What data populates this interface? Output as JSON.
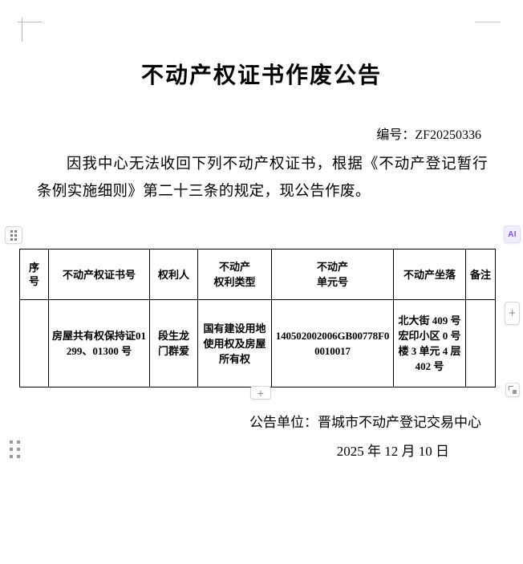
{
  "document": {
    "title": "不动产权证书作废公告",
    "number_label": "编号：",
    "number_value": "ZF20250336",
    "paragraph": "因我中心无法收回下列不动产权证书，根据《不动产登记暂行条例实施细则》第二十三条的规定，现公告作废。",
    "footer_org": "公告单位：晋城市不动产登记交易中心",
    "footer_date": "2025 年 12 月 10 日"
  },
  "table": {
    "headers": [
      "序号",
      "不动产权证书号",
      "权利人",
      "不动产\n权利类型",
      "不动产\n单元号",
      "不动产坐落",
      "备注"
    ],
    "header_lines": {
      "seq": "序\n号",
      "cert_no": "不动产权证书号",
      "owner": "权利人",
      "right_type_line1": "不动产",
      "right_type_line2": "权利类型",
      "unit_no_line1": "不动产",
      "unit_no_line2": "单元号",
      "location": "不动产坐落",
      "note": "备注"
    },
    "rows": [
      {
        "seq": "",
        "cert_no": "房屋共有权保持证01299、01300 号",
        "owner": "段生龙 门群爱",
        "right_type": "国有建设用地使用权及房屋所有权",
        "unit_no": "140502002006GB00778F00010017",
        "location": "北大街 409 号宏印小区 0 号楼 3 单元 4 层 402 号",
        "note": ""
      }
    ]
  },
  "controls": {
    "table_handle": "table-drag-handle",
    "ai_badge": "AI",
    "add_column": "+",
    "add_row": "+",
    "resize": "resize-handle",
    "page_handle": "page-drag-handle"
  }
}
